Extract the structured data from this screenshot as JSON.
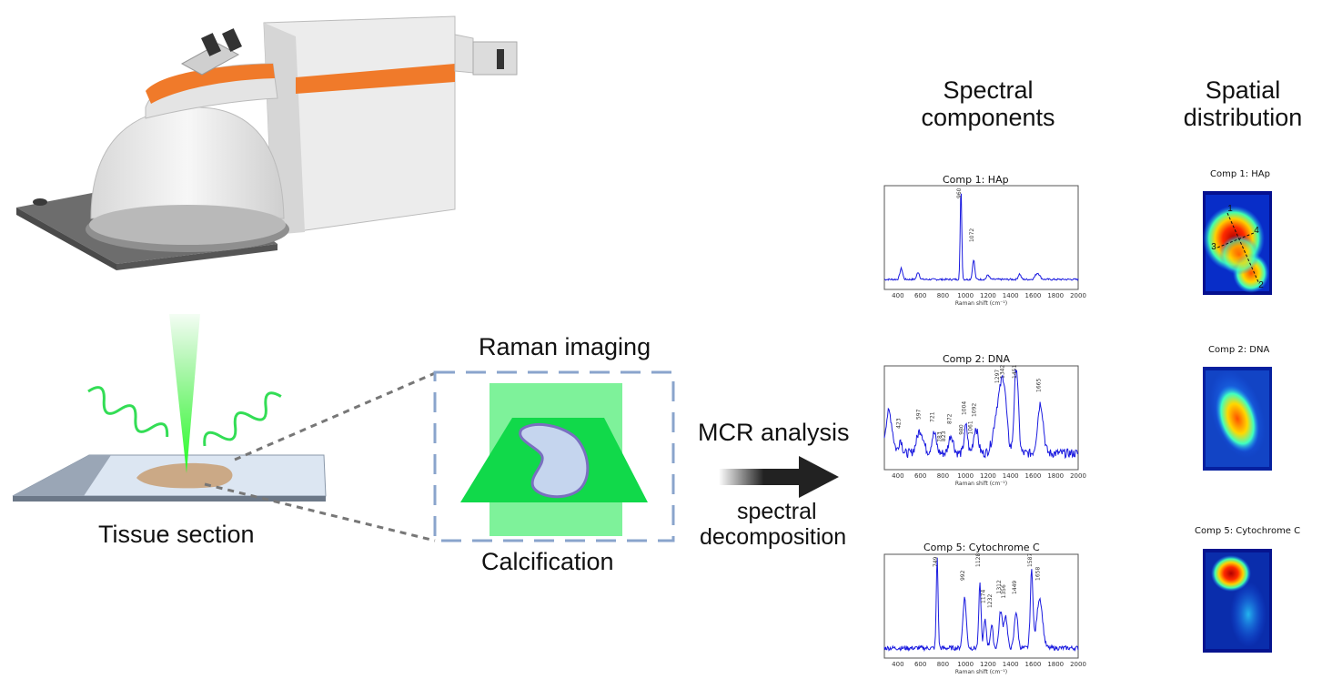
{
  "labels": {
    "tissue_section": "Tissue section",
    "raman_imaging": "Raman imaging",
    "calcification": "Calcification",
    "mcr_analysis": "MCR analysis",
    "spectral_decomposition_1": "spectral",
    "spectral_decomposition_2": "decomposition",
    "spectral_components_1": "Spectral",
    "spectral_components_2": "components",
    "spatial_distribution_1": "Spatial",
    "spatial_distribution_2": "distribution"
  },
  "spectra": [
    {
      "title": "Comp 1: HAp",
      "xlabel": "Raman shift (cm⁻¹)",
      "x_ticks": [
        "400",
        "600",
        "800",
        "1000",
        "1200",
        "1400",
        "1600",
        "1800",
        "2000"
      ],
      "peaks": [
        "960",
        "1072"
      ]
    },
    {
      "title": "Comp 2: DNA",
      "xlabel": "Raman shift (cm⁻¹)",
      "x_ticks": [
        "400",
        "600",
        "800",
        "1000",
        "1200",
        "1400",
        "1600",
        "1800",
        "2000"
      ],
      "peaks": [
        "423",
        "597",
        "721",
        "783",
        "823",
        "872",
        "980",
        "1004",
        "1061",
        "1092",
        "1297",
        "1342",
        "1451",
        "1665"
      ]
    },
    {
      "title": "Comp 5: Cytochrome C",
      "xlabel": "Raman shift (cm⁻¹)",
      "x_ticks": [
        "400",
        "600",
        "800",
        "1000",
        "1200",
        "1400",
        "1600",
        "1800",
        "2000"
      ],
      "peaks": [
        "749",
        "992",
        "1128",
        "1174",
        "1232",
        "1312",
        "1356",
        "1449",
        "1587",
        "1658"
      ]
    }
  ],
  "maps": [
    {
      "title": "Comp 1: HAp",
      "markers": [
        "1",
        "2",
        "3",
        "4"
      ]
    },
    {
      "title": "Comp 2: DNA"
    },
    {
      "title": "Comp 5: Cytochrome C"
    }
  ],
  "colors": {
    "spectrum_line": "#1a1adf",
    "laser_green": "#22dd22",
    "calcification_fill": "#c5d5ee",
    "dashed_box": "#8aa4cc",
    "arrow": "#222222",
    "instrument_orange": "#f07a2a"
  }
}
